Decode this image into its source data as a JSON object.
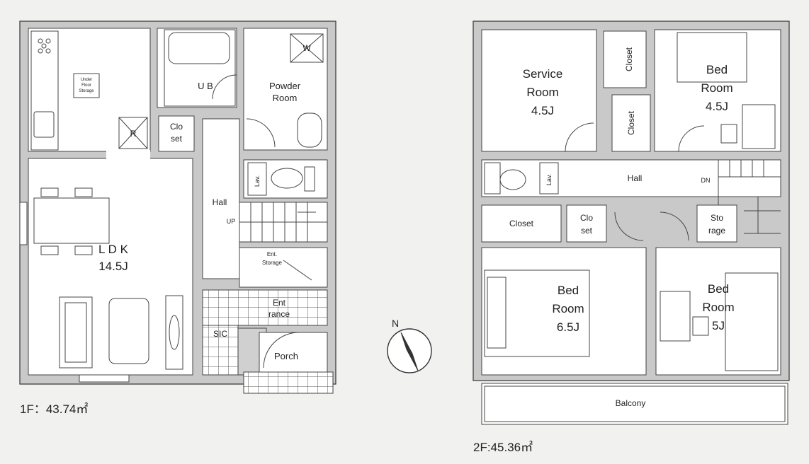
{
  "floor1": {
    "area": "1F：43.74㎡",
    "rooms": {
      "ldk": [
        "L D K",
        "14.5J"
      ],
      "underfloor": [
        "Under",
        "Floor",
        "Storage"
      ],
      "refrigerator": "R",
      "closet": [
        "Clo",
        "set"
      ],
      "ub": "U B",
      "powder": [
        "Powder",
        "Room"
      ],
      "washer": "W",
      "lav": "Lav.",
      "hall": "Hall",
      "up": "UP",
      "ent_storage": [
        "Ent.",
        "Storage"
      ],
      "entrance": [
        "Ent",
        "rance"
      ],
      "sic": "SIC",
      "porch": "Porch"
    }
  },
  "floor2": {
    "area": "2F:45.36㎡",
    "rooms": {
      "service": [
        "Service",
        "Room",
        "4.5J"
      ],
      "closet_a": "Closet",
      "closet_b": "Closet",
      "bed_ne": [
        "Bed",
        "Room",
        "4.5J"
      ],
      "lav": "Lav.",
      "hall": "Hall",
      "dn": "DN",
      "closet_c": "Closet",
      "closet_d": [
        "Clo",
        "set"
      ],
      "storage": [
        "Sto",
        "rage"
      ],
      "bed_sw": [
        "Bed",
        "Room",
        "6.5J"
      ],
      "bed_se": [
        "Bed",
        "Room",
        "5J"
      ],
      "balcony": "Balcony"
    }
  },
  "compass": {
    "north": "N"
  }
}
